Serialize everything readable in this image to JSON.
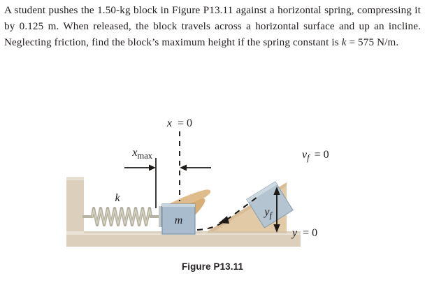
{
  "problem": {
    "text_runs": [
      {
        "t": "A student pushes the 1.50-kg block in Figure P13.11 against a horizontal spring, compressing it by 0.125 m. When released, the block travels across a horizontal surface and up an incline. Neglecting friction, find the block’s maximum height if the spring constant is ",
        "i": false
      },
      {
        "t": "k",
        "i": true
      },
      {
        "t": " = 575 N/m.",
        "i": false
      }
    ],
    "full_text": "A student pushes the 1.50-kg block in Figure P13.11 against a horizontal spring, compressing it by 0.125 m. When released, the block travels across a horizontal surface and up an incline. Neglecting friction, find the block’s maximum height if the spring constant is k = 575 N/m.",
    "mass": "1.50 kg",
    "compression": "0.125 m",
    "spring_constant": "575 N/m",
    "figure_reference": "Figure P13.11"
  },
  "figure": {
    "caption": "Figure P13.11",
    "labels": {
      "x_zero": "x = 0",
      "x_max_var": "x",
      "x_max_sub": "max",
      "spring_constant": "k",
      "block_mass": "m",
      "final_velocity": "v",
      "final_velocity_sub": "f",
      "final_velocity_eq": "= 0",
      "height_var": "y",
      "height_sub": "f",
      "y_zero": "y = 0"
    },
    "colors": {
      "wall_ground": "#d9cdb9",
      "wall_ground_light": "#e3d9c8",
      "incline": "#e0c8a4",
      "incline_shade": "#d3b793",
      "block": "#a8bccd",
      "block_edge": "#7e97ab",
      "block_top": "#c3d2dd",
      "spring": "#b5b2a0",
      "hand": "#dcb784",
      "line": "#1c1917",
      "panel": "#ffffff"
    }
  }
}
